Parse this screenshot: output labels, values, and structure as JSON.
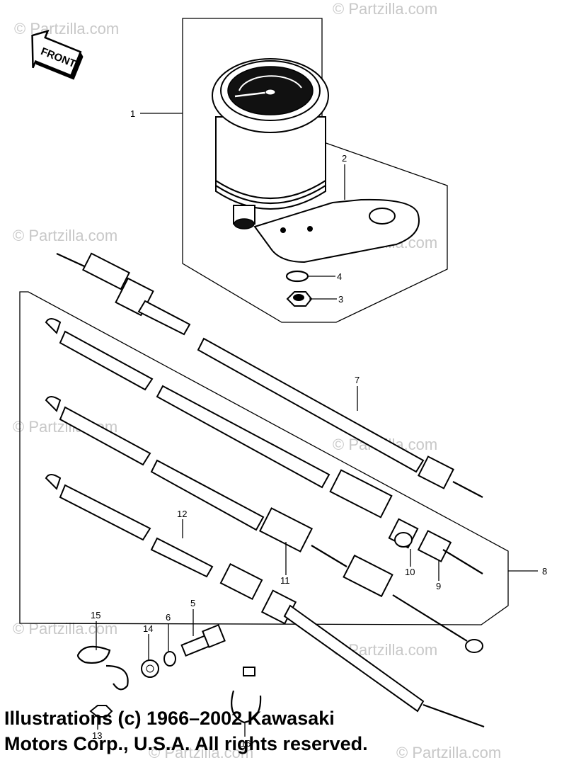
{
  "front_marker": {
    "label": "FRONT"
  },
  "watermarks": [
    "© Partzilla.com",
    "© Partzilla.com",
    "© Partzilla.com",
    "© Partzilla.com",
    "© Partzilla.com",
    "© Partzilla.com",
    "© Partzilla.com",
    "© Partzilla.com",
    "© Partzilla.com",
    "© Partzilla.com"
  ],
  "callouts": [
    "1",
    "2",
    "3",
    "4",
    "5",
    "6",
    "7",
    "8",
    "9",
    "10",
    "11",
    "12",
    "13",
    "14",
    "15",
    "16"
  ],
  "copyright": {
    "line1": "Illustrations (c) 1966–2002 Kawasaki",
    "line2": "Motors Corp., U.S.A.  All rights reserved."
  }
}
